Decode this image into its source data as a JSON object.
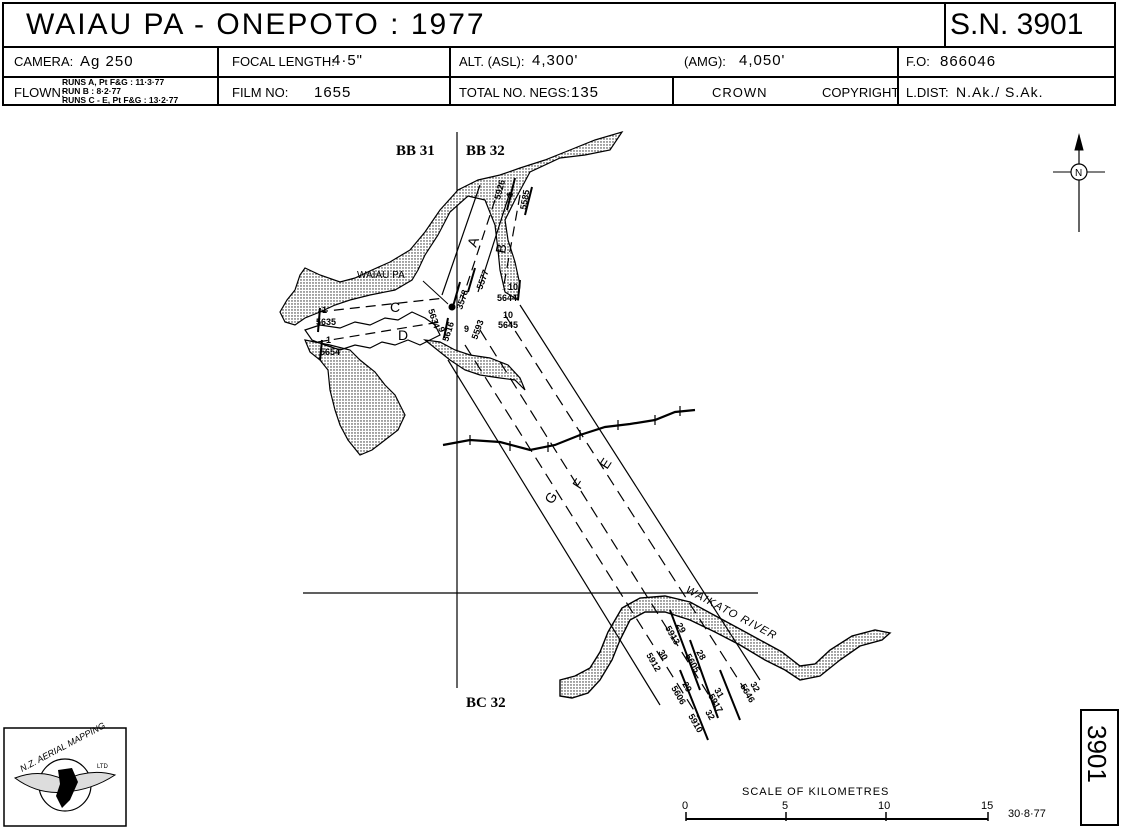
{
  "header": {
    "title": "WAIAU  PA   -  ONEPOTO  :  1977",
    "sn": "S.N. 3901",
    "camera_label": "CAMERA:",
    "camera_value": "Ag 250",
    "focal_label": "FOCAL LENGTH:",
    "focal_value": "4·5\"",
    "alt_label": "ALT. (ASL):",
    "alt_value": "4,300'",
    "amg_label": "(AMG):",
    "amg_value": "4,050'",
    "fo_label": "F.O:",
    "fo_value": "866046",
    "flown_label": "FLOWN:",
    "flown_runs": [
      "RUNS A, Pt F&G : 11·3·77",
      "RUN B :  8·2·77",
      "RUNS C - E, Pt F&G : 13·2·77"
    ],
    "film_label": "FILM NO:",
    "film_value": "1655",
    "negs_label": "TOTAL NO. NEGS:",
    "negs_value": "135",
    "crown": "CROWN",
    "copyright": "COPYRIGHT",
    "ldist_label": "L.DIST:",
    "ldist_value": "N.Ak./ S.Ak."
  },
  "map": {
    "sheet_labels": [
      "BB 31",
      "BB 32",
      "BC 32"
    ],
    "place_label": "WAIAU PA",
    "river_label": "WAIKATO RIVER",
    "north_symbol": "N",
    "run_letters": [
      "A",
      "B",
      "C",
      "D",
      "E",
      "F",
      "G"
    ],
    "photo_labels": {
      "a_top": "5926",
      "a_num": "1",
      "b_top": "5585",
      "a_bot": "5577",
      "b_bot_num": "10",
      "b_bot": "5644",
      "c_num": "1",
      "c_left": "5635",
      "c_right": "3578",
      "d_num": "1",
      "d_left": "5654",
      "d_right": "5634",
      "d_right2": "9",
      "d_right3": "5616",
      "e_left_num": "9",
      "e_left": "5593",
      "e_right_num": "10",
      "e_right": "5645",
      "f_num1": "29",
      "f1": "5913",
      "f_num2": "28",
      "f2": "5605",
      "g_num1": "30",
      "g1": "5912",
      "g_num2": "29",
      "g2": "5606",
      "e_num3": "31",
      "e3": "5917",
      "e_num4": "32",
      "e4": "5646",
      "g_num3": "32",
      "g3": "5910"
    }
  },
  "footer": {
    "logo_text": "N.Z. AERIAL MAPPING",
    "logo_sub": "LTD",
    "sn_stamp": "3901",
    "scale_title": "SCALE  OF  KILOMETRES",
    "scale_ticks": [
      "0",
      "5",
      "10",
      "15"
    ],
    "date": "30·8·77"
  }
}
